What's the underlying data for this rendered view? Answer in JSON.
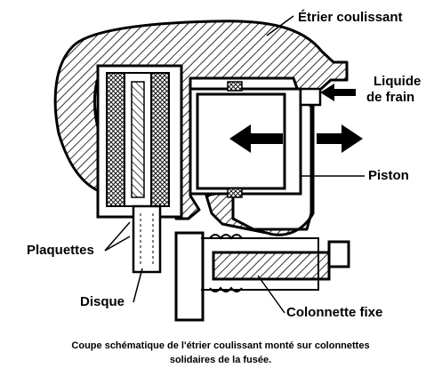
{
  "labels": {
    "etrier": "Étrier coulissant",
    "liquide_line1": "Liquide",
    "liquide_line2": "de frain",
    "piston": "Piston",
    "plaquettes": "Plaquettes",
    "disque": "Disque",
    "colonnette": "Colonnette fixe"
  },
  "caption": {
    "line1": "Coupe schématique de l'étrier coulissant monté sur colonnettes",
    "line2": "solidaires de la fusée."
  }
}
